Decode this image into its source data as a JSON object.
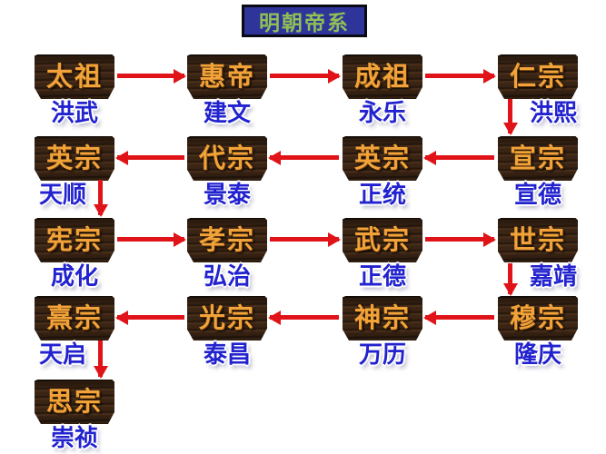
{
  "title": {
    "text": "明朝帝系"
  },
  "colors": {
    "background": "#ffffff",
    "title_bg": "#2e3499",
    "title_border": "#0a0a14",
    "title_text": "#8fbf56",
    "plaque_bg": "#3a2414",
    "plaque_text": "#f1a238",
    "era_text": "#2222cf",
    "arrow": "#e01418"
  },
  "nodes": [
    {
      "temple": "太祖",
      "era": "洪武"
    },
    {
      "temple": "惠帝",
      "era": "建文"
    },
    {
      "temple": "成祖",
      "era": "永乐"
    },
    {
      "temple": "仁宗",
      "era": "洪熙"
    },
    {
      "temple": "英宗",
      "era": "天顺"
    },
    {
      "temple": "代宗",
      "era": "景泰"
    },
    {
      "temple": "英宗",
      "era": "正统"
    },
    {
      "temple": "宣宗",
      "era": "宣德"
    },
    {
      "temple": "宪宗",
      "era": "成化"
    },
    {
      "temple": "孝宗",
      "era": "弘治"
    },
    {
      "temple": "武宗",
      "era": "正德"
    },
    {
      "temple": "世宗",
      "era": "嘉靖"
    },
    {
      "temple": "熹宗",
      "era": "天启"
    },
    {
      "temple": "光宗",
      "era": "泰昌"
    },
    {
      "temple": "神宗",
      "era": "万历"
    },
    {
      "temple": "穆宗",
      "era": "隆庆"
    },
    {
      "temple": "思宗",
      "era": "崇祯"
    }
  ],
  "edges": [
    {
      "from": "太祖(洪武)",
      "to": "惠帝(建文)"
    },
    {
      "from": "惠帝(建文)",
      "to": "成祖(永乐)"
    },
    {
      "from": "成祖(永乐)",
      "to": "仁宗(洪熙)"
    },
    {
      "from": "仁宗(洪熙)",
      "to": "宣宗(宣德)"
    },
    {
      "from": "宣宗(宣德)",
      "to": "英宗(正统)"
    },
    {
      "from": "英宗(正统)",
      "to": "代宗(景泰)"
    },
    {
      "from": "代宗(景泰)",
      "to": "英宗(天顺)"
    },
    {
      "from": "英宗(天顺)",
      "to": "宪宗(成化)"
    },
    {
      "from": "宪宗(成化)",
      "to": "孝宗(弘治)"
    },
    {
      "from": "孝宗(弘治)",
      "to": "武宗(正德)"
    },
    {
      "from": "武宗(正德)",
      "to": "世宗(嘉靖)"
    },
    {
      "from": "世宗(嘉靖)",
      "to": "穆宗(隆庆)"
    },
    {
      "from": "穆宗(隆庆)",
      "to": "神宗(万历)"
    },
    {
      "from": "神宗(万历)",
      "to": "光宗(泰昌)"
    },
    {
      "from": "光宗(泰昌)",
      "to": "熹宗(天启)"
    },
    {
      "from": "熹宗(天启)",
      "to": "思宗(崇祯)"
    }
  ]
}
